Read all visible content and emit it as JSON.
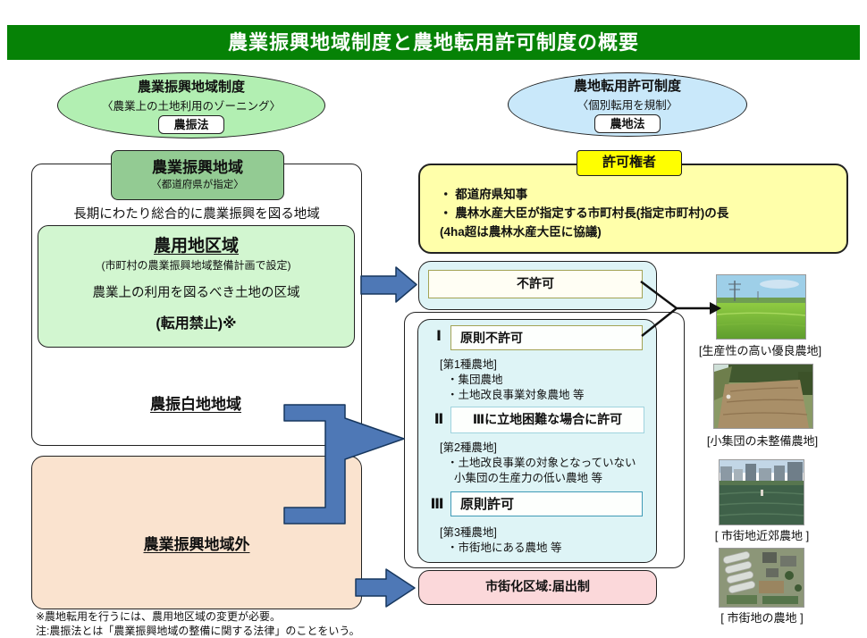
{
  "title": "農業振興地域制度と農地転用許可制度の概要",
  "left_system": {
    "name": "農業振興地域制度",
    "subtitle": "〈農業上の土地利用のゾーニング〉",
    "law": "農振法"
  },
  "right_system": {
    "name": "農地転用許可制度",
    "subtitle": "〈個別転用を規制〉",
    "law": "農地法"
  },
  "promotion_area": {
    "header": "農業振興地域",
    "header_sub": "〈都道府県が指定〉",
    "description": "長期にわたり総合的に農業振興を図る地域",
    "agricultural_land_zone": {
      "title": "農用地区域",
      "sub": "(市町村の農業振興地域整備計画で設定)",
      "line1": "農業上の利用を図るべき土地の区域",
      "line2": "(転用禁止)※"
    },
    "white_zone_label": "農振白地地域"
  },
  "outside_area_label": "農業振興地域外",
  "permit_authority": {
    "header": "許可権者",
    "items": [
      "・ 都道府県知事",
      "・ 農林水産大臣が指定する市町村長(指定市町村)の長",
      " (4ha超は農林水産大臣に協議)"
    ]
  },
  "no_permit_label": "不許可",
  "categories": [
    {
      "numeral": "Ⅰ",
      "rule": "原則不許可",
      "type": "[第1種農地]",
      "details": [
        "・集団農地",
        "・土地改良事業対象農地  等"
      ]
    },
    {
      "numeral": "Ⅱ",
      "rule": "Ⅲに立地困難な場合に許可",
      "type": "[第2種農地]",
      "details": [
        "・土地改良事業の対象となっていない",
        "小集団の生産力の低い農地  等"
      ]
    },
    {
      "numeral": "Ⅲ",
      "rule": "原則許可",
      "type": "[第3種農地]",
      "details": [
        "・市街地にある農地  等"
      ]
    }
  ],
  "urbanization_label": "市街化区域:届出制",
  "photos": [
    {
      "caption": "[生産性の高い優良農地]"
    },
    {
      "caption": "[小集団の未整備農地]"
    },
    {
      "caption": "[  市街地近郊農地  ]"
    },
    {
      "caption": "[  市街地の農地  ]"
    }
  ],
  "notes": [
    "※農地転用を行うには、農用地区域の変更が必要。",
    "注:農振法とは「農業振興地域の整備に関する法律」のことをいう。"
  ],
  "colors": {
    "title_green": "#068206",
    "ellipse_green": "#b2efb2",
    "header_green": "#93cb93",
    "zone_green": "#d2f6d0",
    "ellipse_blue": "#c9e8fa",
    "yellow_body": "#ffffaa",
    "yellow_tab": "#ffff00",
    "cyan_box": "#def4f6",
    "peach_box": "#fae3cf",
    "pink_box": "#fbd8da",
    "arrow_blue": "#4e78b6"
  }
}
